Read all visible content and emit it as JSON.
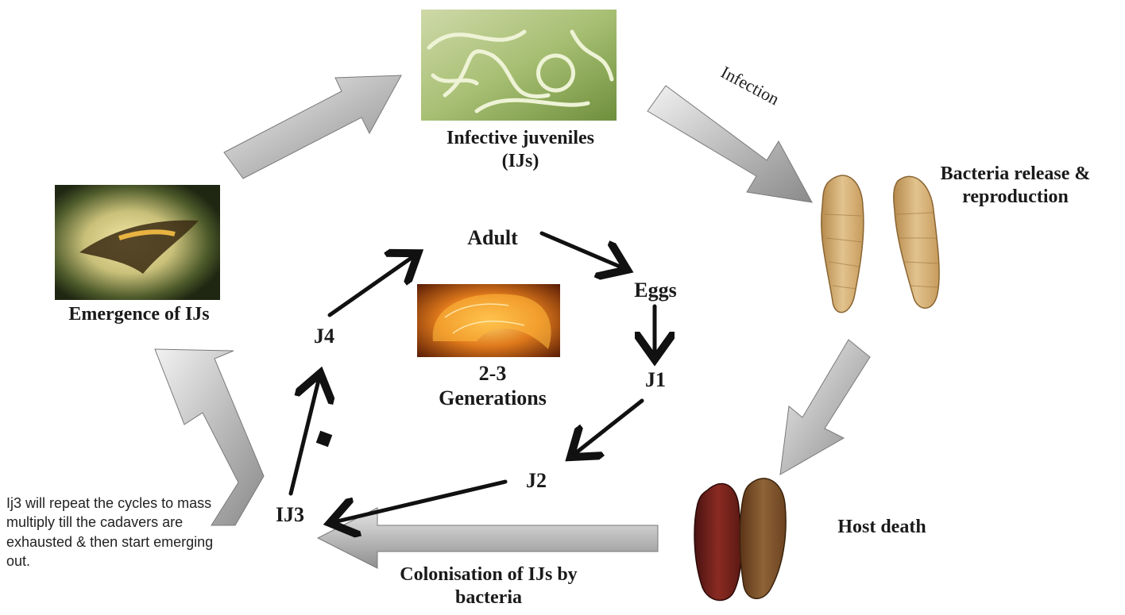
{
  "labels": {
    "infective_juveniles": "Infective juveniles\n(IJs)",
    "infection": "Infection",
    "bacteria_release": "Bacteria release &\nreproduction",
    "host_death": "Host death",
    "colonisation": "Colonisation of IJs by\nbacteria",
    "emergence": "Emergence of IJs",
    "adult": "Adult",
    "eggs": "Eggs",
    "j1": "J1",
    "j2": "J2",
    "ij3": "IJ3",
    "j4": "J4",
    "generations": "2-3\nGenerations"
  },
  "note": "Ij3 will repeat the cycles to mass multiply till the cadavers are exhausted & then start emerging out."
}
